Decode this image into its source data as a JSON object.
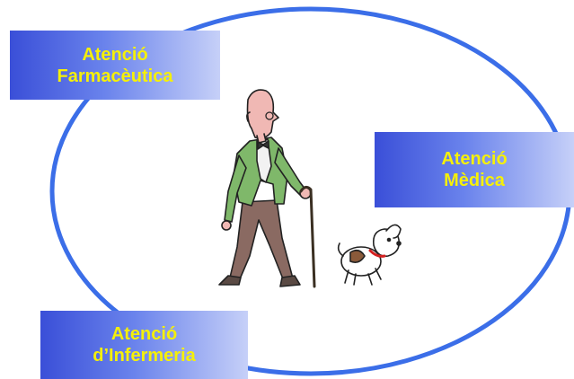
{
  "diagram": {
    "nodes": [
      {
        "id": "farmaceutica",
        "lines": [
          "Atenció",
          "Farmacèutica"
        ]
      },
      {
        "id": "medica",
        "lines": [
          "Atenció",
          "Mèdica"
        ]
      },
      {
        "id": "infermeria",
        "lines": [
          "Atenció",
          "d’Infermeria"
        ]
      }
    ],
    "center_illustration": [
      "old-man-with-cane-icon",
      "dog-icon"
    ],
    "colors": {
      "ring": "#3b6ee8",
      "box_gradient_start": "#3a4fd8",
      "box_gradient_end": "#c6d0f8",
      "label_text": "#f5f008"
    }
  }
}
